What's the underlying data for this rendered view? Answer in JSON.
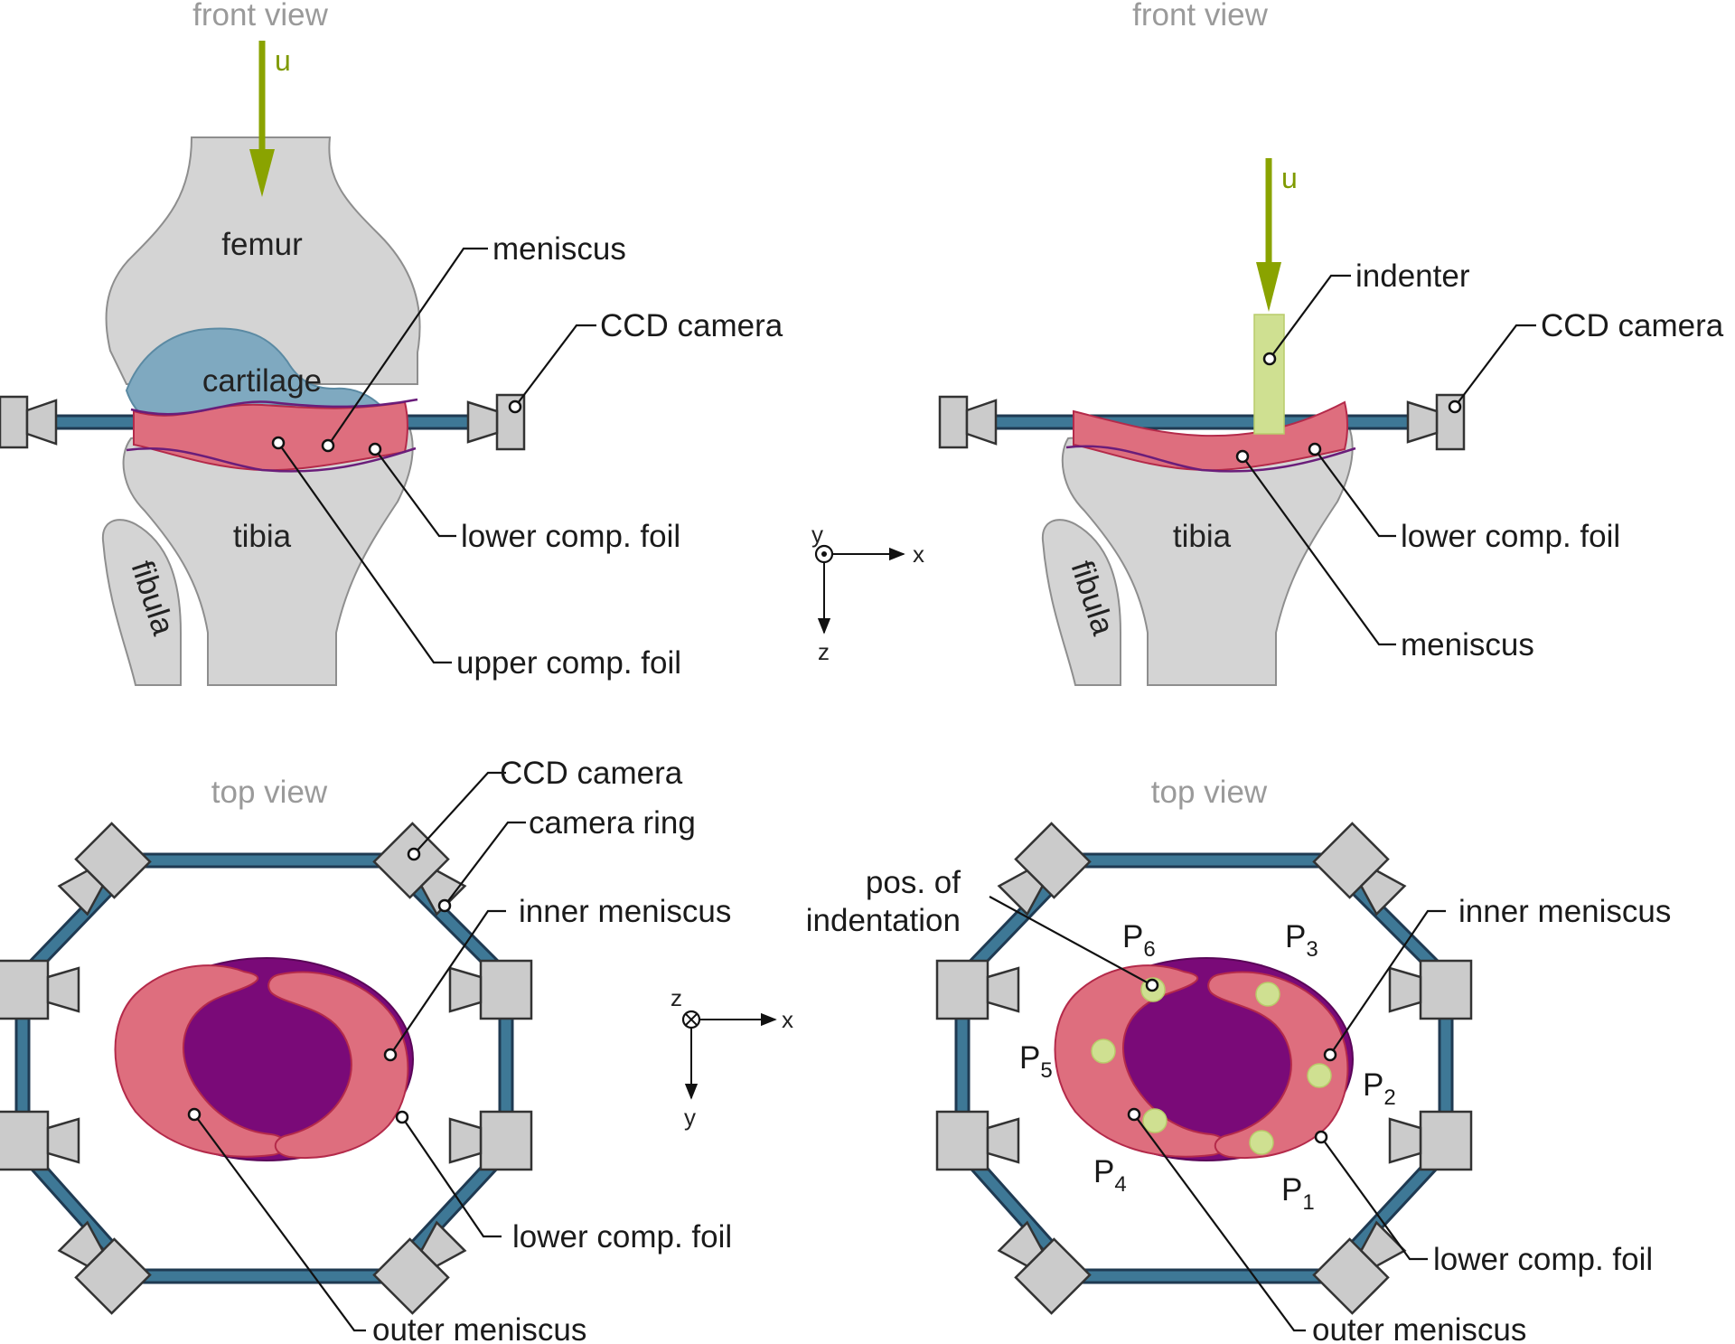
{
  "panels": {
    "front_left": {
      "view_title": "front view",
      "load_label": "u",
      "femur": "femur",
      "cartilage": "cartilage",
      "tibia": "tibia",
      "fibula": "fibula",
      "labels": {
        "meniscus": "meniscus",
        "ccd_camera": "CCD camera",
        "lower_foil": "lower comp. foil",
        "upper_foil": "upper comp. foil"
      }
    },
    "front_right": {
      "view_title": "front view",
      "load_label": "u",
      "tibia": "tibia",
      "fibula": "fibula",
      "labels": {
        "indenter": "indenter",
        "ccd_camera": "CCD camera",
        "lower_foil": "lower comp. foil",
        "meniscus": "meniscus"
      }
    },
    "top_left": {
      "view_title": "top view",
      "labels": {
        "ccd_camera": "CCD camera",
        "camera_ring": "camera ring",
        "inner_meniscus": "inner meniscus",
        "lower_foil": "lower comp. foil",
        "outer_meniscus": "outer meniscus"
      }
    },
    "top_right": {
      "view_title": "top view",
      "labels": {
        "pos_line1": "pos. of",
        "pos_line2": "indentation",
        "inner_meniscus": "inner meniscus",
        "lower_foil": "lower comp. foil",
        "outer_meniscus": "outer meniscus"
      },
      "points": [
        {
          "base": "P",
          "sub": "6"
        },
        {
          "base": "P",
          "sub": "3"
        },
        {
          "base": "P",
          "sub": "5"
        },
        {
          "base": "P",
          "sub": "2"
        },
        {
          "base": "P",
          "sub": "4"
        },
        {
          "base": "P",
          "sub": "1"
        }
      ]
    }
  },
  "axes": {
    "front": {
      "normal": "y",
      "horizontal": "x",
      "vertical": "z"
    },
    "top": {
      "normal": "z",
      "horizontal": "x",
      "vertical": "y"
    }
  },
  "colors": {
    "load_arrow": "#8aa300",
    "bone": "#d4d4d4",
    "cartilage": "#7fa9c0",
    "meniscus": "#de6e7e",
    "meniscus_outer": "#7a0a78",
    "camera_ring": "#3e7896",
    "indenter": "#cfe091",
    "indentation_points": "#cfe091"
  }
}
